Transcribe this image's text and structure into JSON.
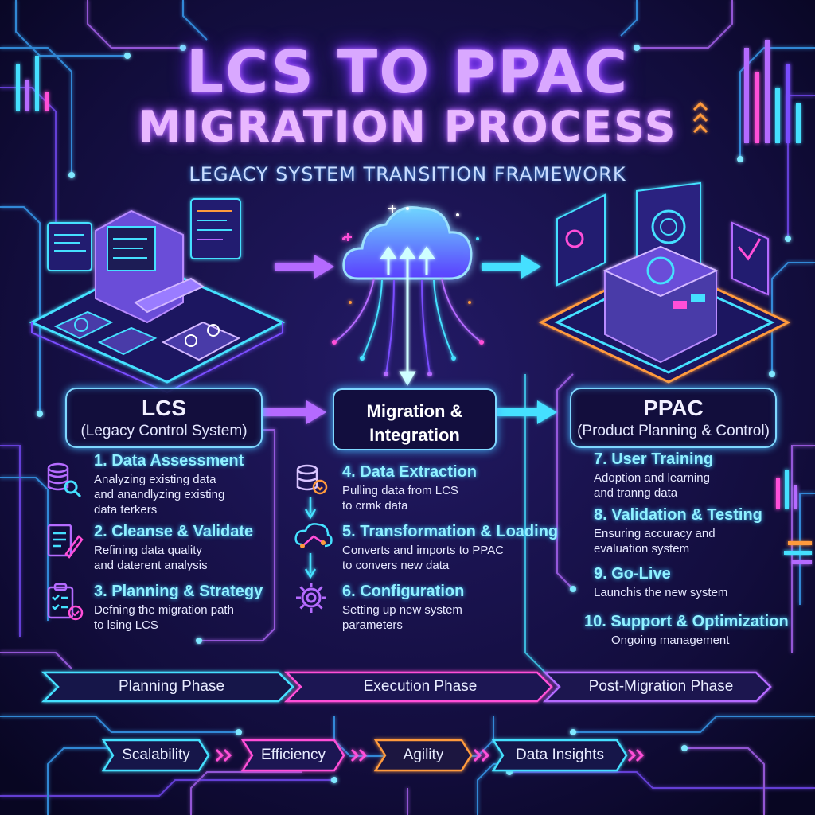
{
  "header": {
    "title_line1": "LCS TO PPAC",
    "title_line2": "MIGRATION PROCESS",
    "subtitle": "LEGACY SYSTEM TRANSITION FRAMEWORK"
  },
  "systems": {
    "lcs": {
      "name": "LCS",
      "full": "(Legacy Control System)"
    },
    "middle": {
      "line1": "Migration &",
      "line2": "Integration"
    },
    "ppac": {
      "name": "PPAC",
      "full": "(Product Planning & Control)"
    }
  },
  "steps_left": [
    {
      "title": "1. Data Assessment",
      "desc1": "Analyzing existing data",
      "desc2": "and anandlyzing existing",
      "desc3": "data terkers",
      "icon": "database-search-icon"
    },
    {
      "title": "2. Cleanse & Validate",
      "desc1": "Refining data quality",
      "desc2": "and daterent analysis",
      "icon": "document-edit-icon"
    },
    {
      "title": "3. Planning & Strategy",
      "desc1": "Defning the migration path",
      "desc2": "to lsing LCS",
      "icon": "clipboard-checklist-icon"
    }
  ],
  "steps_middle": [
    {
      "title": "4. Data Extraction",
      "desc1": "Pulling data from LCS",
      "desc2": "to crmk data",
      "icon": "database-lock-icon"
    },
    {
      "title": "5. Transformation & Loading",
      "desc1": "Converts and imports to PPAC",
      "desc2": "to convers new data",
      "icon": "cloud-transfer-icon"
    },
    {
      "title": "6. Configuration",
      "desc1": "Setting up new system",
      "desc2": "parameters",
      "icon": "gear-icon"
    }
  ],
  "steps_right": [
    {
      "title": "7. User Training",
      "desc1": "Adoption and learning",
      "desc2": "and tranng data"
    },
    {
      "title": "8. Validation & Testing",
      "desc1": "Ensuring accuracy and",
      "desc2": "evaluation system"
    },
    {
      "title": "9. Go-Live",
      "desc1": "Launchis the new system"
    },
    {
      "title": "10. Support & Optimization",
      "desc1": "Ongoing management"
    }
  ],
  "phases": [
    "Planning Phase",
    "Execution Phase",
    "Post-Migration Phase"
  ],
  "benefits": [
    "Scalability",
    "Efficiency",
    "Agility",
    "Data Insights"
  ],
  "colors": {
    "background": "#0d0a2e",
    "cyan_glow": "#45e0ff",
    "purple_glow": "#b56bff",
    "magenta": "#ff4fd8",
    "orange": "#ff9a3c"
  }
}
